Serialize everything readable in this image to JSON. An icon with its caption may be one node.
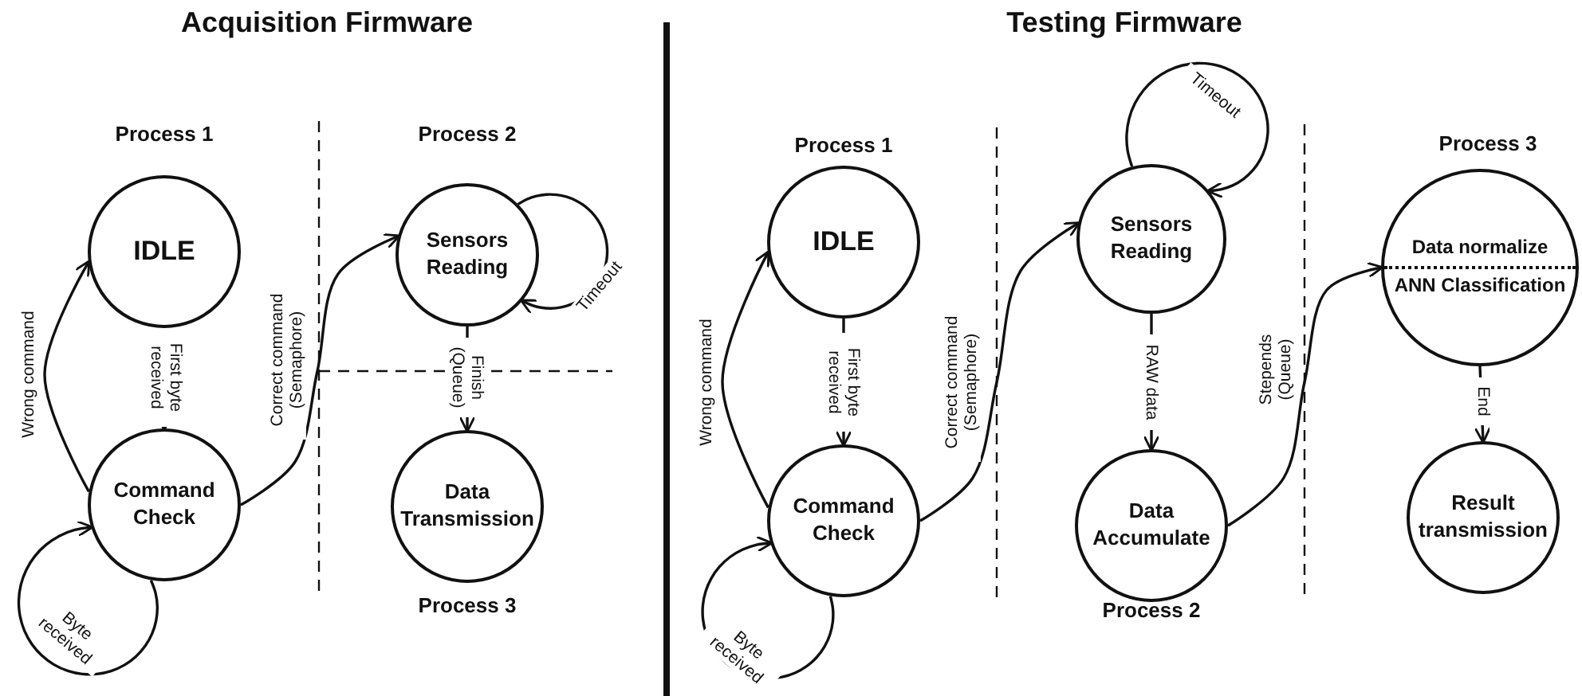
{
  "diagram": {
    "nodes": [
      {
        "text": [
          "IDLE"
        ],
        "beside": [
          "Process 1"
        ]
      },
      {
        "text": [
          "Command Check"
        ]
      },
      {
        "text": [
          "Sensors Reading"
        ],
        "beside": [
          "Process 2"
        ]
      },
      {
        "text": [
          "Data Transmission"
        ],
        "beside": [
          "Process 3"
        ]
      },
      {
        "text": [
          "IDLE"
        ],
        "beside": [
          "Process 1"
        ]
      },
      {
        "text": [
          "Command Check"
        ]
      },
      {
        "text": [
          "Sensors Reading"
        ]
      },
      {
        "text": [
          "Data Accumulate"
        ],
        "beside": [
          "Process 2"
        ]
      },
      {
        "text": [
          "Data normalize",
          "ANN Classification"
        ],
        "beside": [
          "Process 3"
        ]
      },
      {
        "text": [
          "Result transmission"
        ]
      }
    ],
    "edges": [
      {
        "from": 1,
        "to": 0,
        "arrow": "to",
        "label": "Wrong command"
      },
      {
        "from": 0,
        "to": 1,
        "arrow": "to",
        "label": "First byte received"
      },
      {
        "from": 1,
        "to": 1,
        "arrow": "to",
        "label": "Byte received"
      },
      {
        "from": 1,
        "to": 2,
        "arrow": "to",
        "label": "Correct command (Semaphore)"
      },
      {
        "from": 2,
        "to": 2,
        "arrow": "to",
        "label": "Timeout"
      },
      {
        "from": 2,
        "to": 3,
        "arrow": "to",
        "label": "Finish (Queue)"
      },
      {
        "from": 5,
        "to": 4,
        "arrow": "to",
        "label": "Wrong command"
      },
      {
        "from": 4,
        "to": 5,
        "arrow": "to",
        "label": "First byte received"
      },
      {
        "from": 5,
        "to": 5,
        "arrow": "to",
        "label": "Byte received"
      },
      {
        "from": 5,
        "to": 6,
        "arrow": "to",
        "label": "Correct command (Semaphore)"
      },
      {
        "from": 6,
        "to": 6,
        "arrow": "to",
        "label": "Timeout"
      },
      {
        "from": 6,
        "to": 7,
        "arrow": "to",
        "label": "RAW data"
      },
      {
        "from": 7,
        "to": 8,
        "arrow": "to",
        "label": "Stepends (Queue)"
      },
      {
        "from": 8,
        "to": 9,
        "arrow": "to",
        "label": "End"
      }
    ],
    "labels": [
      "Acquisition Firmware",
      "Testing Firmware"
    ]
  }
}
